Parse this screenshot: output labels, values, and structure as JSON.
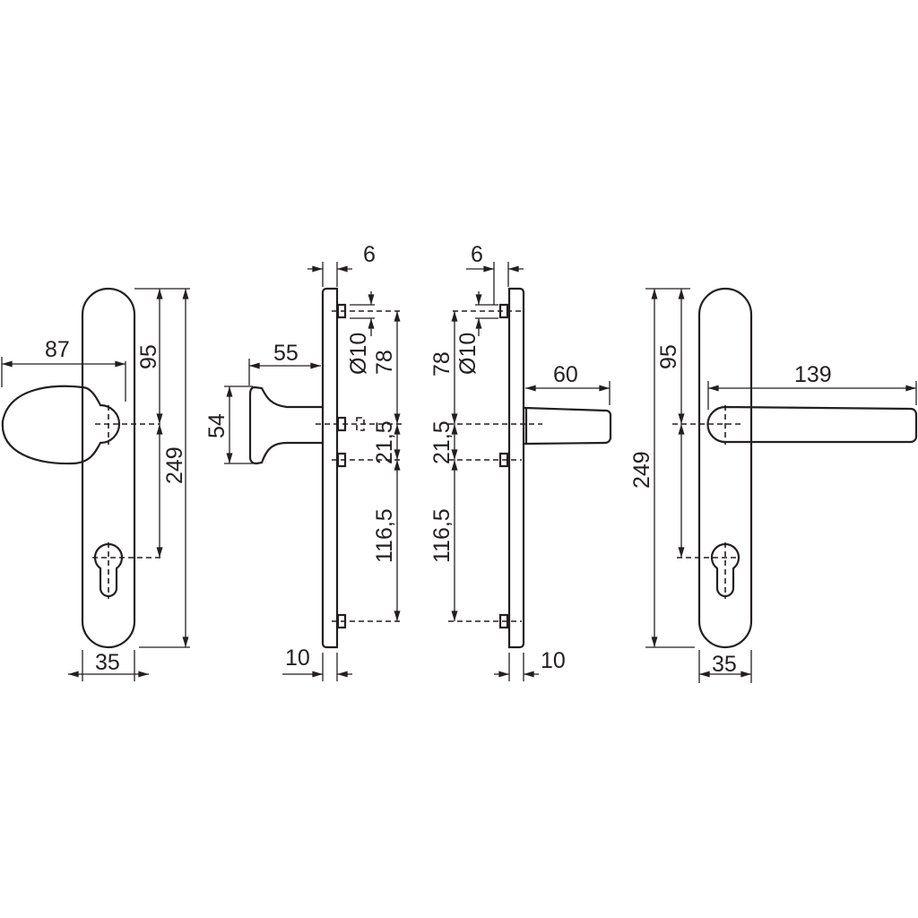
{
  "title": "Door handle set technical drawing",
  "views": {
    "knob_front": {
      "dim_knob_projection": "87",
      "dim_center_to_top": "95",
      "dim_plate_height": "249",
      "dim_plate_width": "35"
    },
    "knob_side": {
      "dim_knob_projection": "55",
      "dim_knob_diameter": "54",
      "dim_screw_offset": "6",
      "dim_screw_diameter": "Ø10",
      "dim_top_screw_to_center": "78",
      "dim_center_to_screw": "21,5",
      "dim_screw_to_bottom_screw": "116,5",
      "dim_plate_thickness": "10"
    },
    "lever_side": {
      "dim_screw_offset": "6",
      "dim_screw_diameter": "Ø10",
      "dim_top_screw_to_center": "78",
      "dim_lever_projection": "60",
      "dim_center_to_screw": "21,5",
      "dim_screw_to_bottom_screw": "116,5",
      "dim_plate_thickness": "10"
    },
    "lever_front": {
      "dim_center_to_top": "95",
      "dim_lever_length": "139",
      "dim_plate_height": "249",
      "dim_plate_width": "35"
    }
  }
}
